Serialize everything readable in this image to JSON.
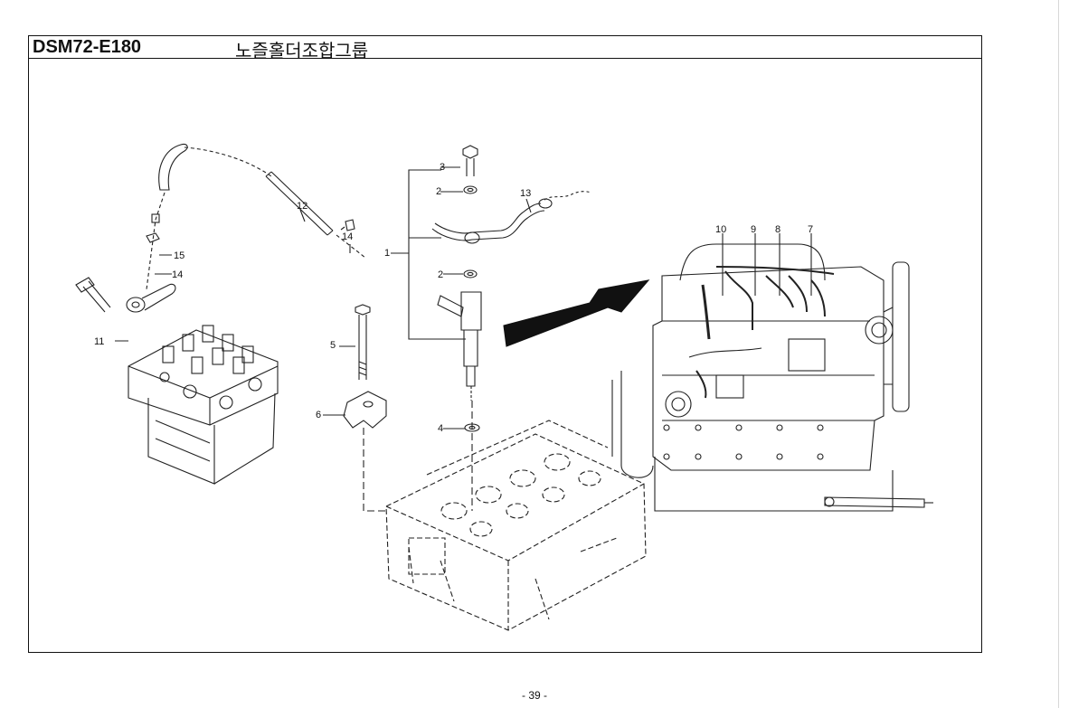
{
  "header": {
    "model": "DSM72-E180",
    "title": "노즐홀더조합그룹"
  },
  "callouts": {
    "c1": "1",
    "c2a": "2",
    "c2b": "2",
    "c3": "3",
    "c4": "4",
    "c5": "5",
    "c6": "6",
    "c7": "7",
    "c8": "8",
    "c9": "9",
    "c10": "10",
    "c11": "11",
    "c12": "12",
    "c13": "13",
    "c14a": "14",
    "c14b": "14",
    "c15": "15"
  },
  "footer": {
    "page": "- 39 -"
  }
}
